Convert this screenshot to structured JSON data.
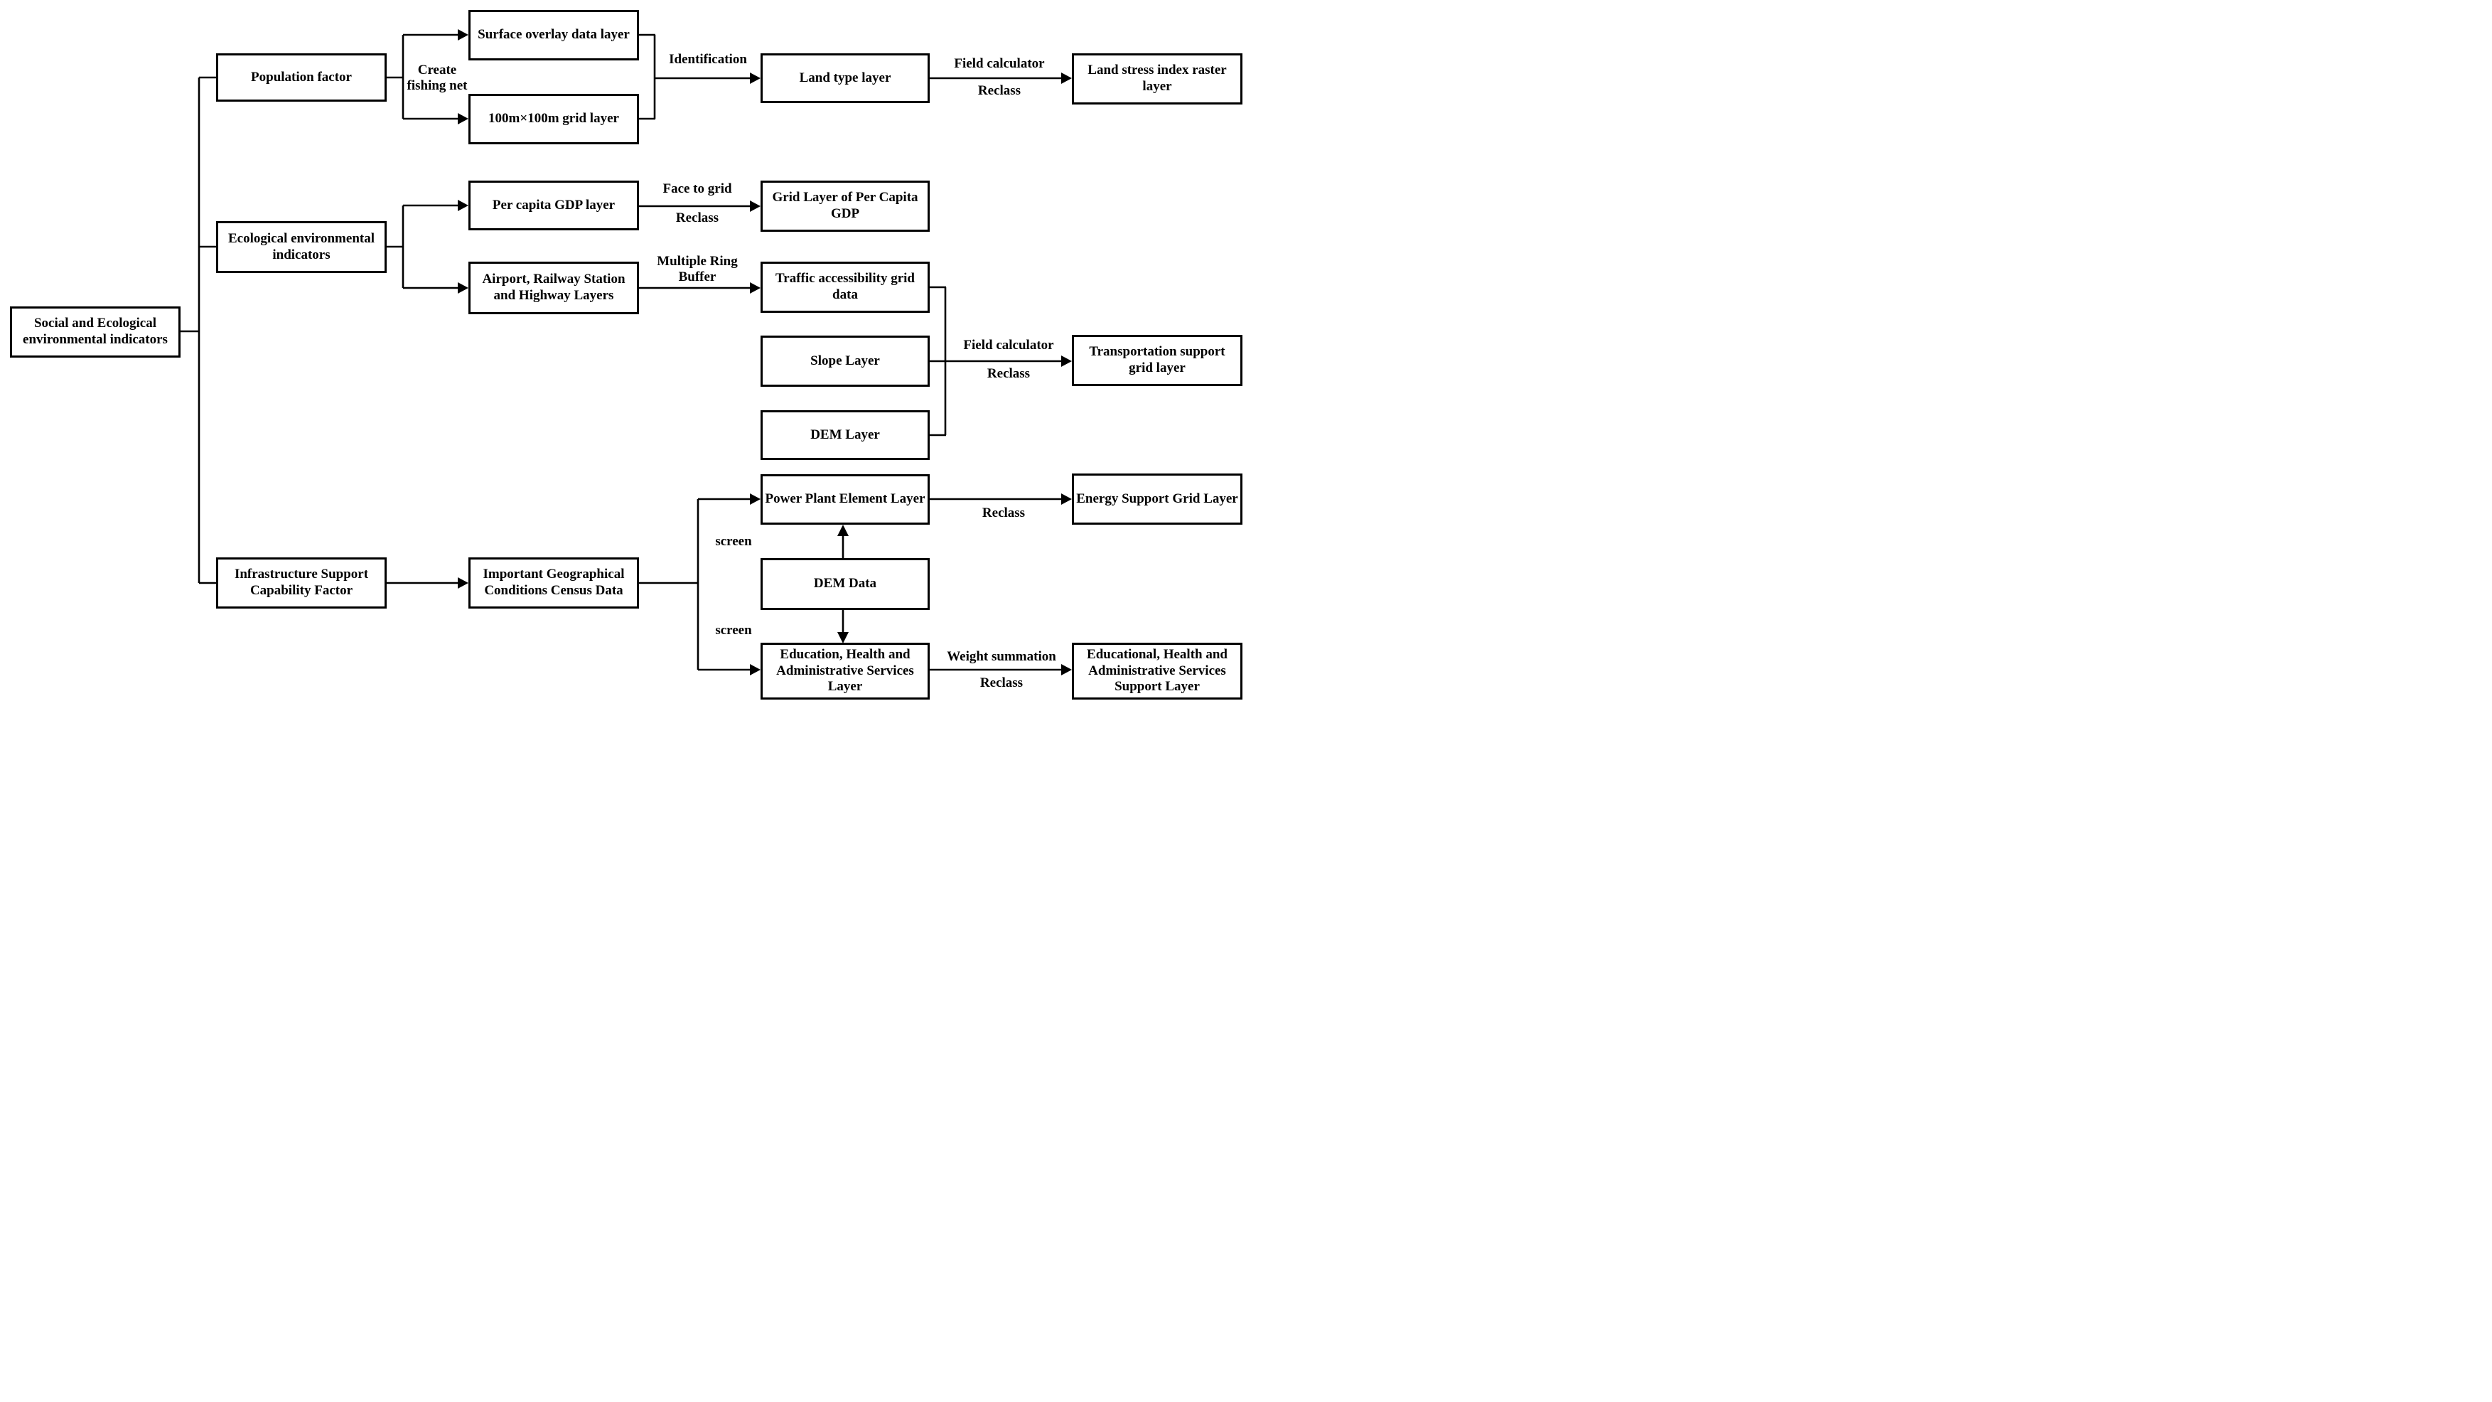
{
  "figure": {
    "background_color": "#ffffff",
    "line_color": "#000000",
    "boxes": {
      "social_ecological": "Social and Ecological environmental indicators",
      "population_factor": "Population factor",
      "ecological_indicators": "Ecological environmental indicators",
      "infrastructure_factor": "Infrastructure Support Capability Factor",
      "surface_overlay": "Surface overlay data layer",
      "grid_100m": "100m×100m grid layer",
      "per_capita_gdp": "Per capita GDP layer",
      "airport_railway": "Airport, Railway Station and Highway Layers",
      "geo_census_data": "Important Geographical Conditions Census Data",
      "land_type": "Land type layer",
      "grid_layer_gdp": "Grid Layer of Per Capita GDP",
      "traffic_accessibility": "Traffic accessibility grid data",
      "slope_layer": "Slope Layer",
      "dem_layer": "DEM Layer",
      "power_plant": "Power Plant Element Layer",
      "dem_data": "DEM Data",
      "education_services": "Education, Health and Administrative Services Layer",
      "land_stress": "Land stress index raster layer",
      "transportation_support": "Transportation support grid layer",
      "energy_support": "Energy Support Grid Layer",
      "education_support": "Educational, Health and Administrative Services Support Layer"
    },
    "edge_labels": {
      "create_fishing_net": "Create fishing net",
      "identification": "Identification",
      "field_calculator_land": "Field calculator",
      "reclass_land": "Reclass",
      "face_to_grid": "Face to grid",
      "reclass_gdp": "Reclass",
      "multiple_ring_buffer": "Multiple Ring Buffer",
      "field_calculator_transport": "Field calculator",
      "reclass_transport": "Reclass",
      "reclass_energy": "Reclass",
      "screen_power": "screen",
      "screen_education": "screen",
      "weight_summation": "Weight summation",
      "reclass_education": "Reclass"
    }
  }
}
